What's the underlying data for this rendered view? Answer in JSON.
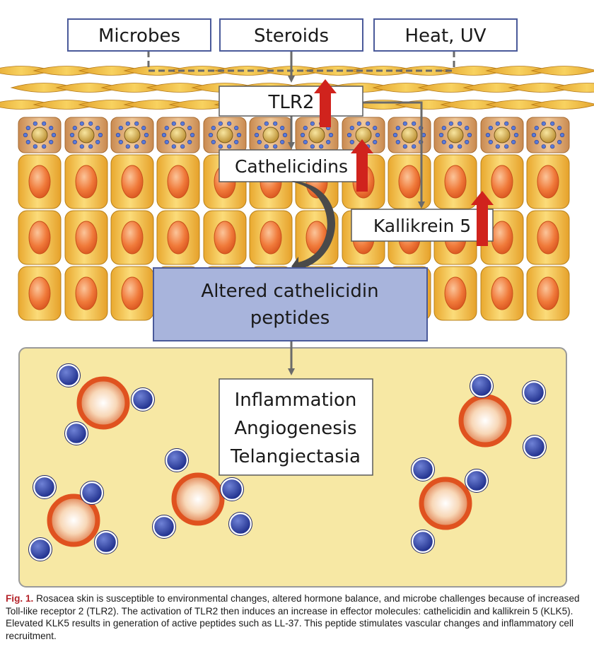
{
  "triggers": [
    "Microbes",
    "Steroids",
    "Heat, UV"
  ],
  "nodes": {
    "tlr2": "TLR2",
    "cathelicidins": "Cathelicidins",
    "kallikrein": "Kallikrein 5",
    "altered_line1": "Altered cathelicidin",
    "altered_line2": "peptides",
    "effects": [
      "Inflammation",
      "Angiogenesis",
      "Telangiectasia"
    ]
  },
  "caption": {
    "label": "Fig. 1.",
    "text": "Rosacea skin is susceptible to environmental changes, altered hormone balance, and microbe challenges because of increased Toll-like receptor 2 (TLR2). The activation of TLR2 then induces an increase in effector molecules: cathelicidin and kallikrein 5 (KLK5). Elevated KLK5 results in generation of active peptides such as LL-37. This peptide stimulates vascular changes and inflammatory cell recruitment."
  },
  "colors": {
    "up_arrow": "#d0231d",
    "connector": "#6a6a6a",
    "box_border": "#4a5a9a",
    "altered_fill": "#a8b4dc",
    "dermis_fill": "#f7e8a4",
    "caption_label": "#b4232a"
  }
}
